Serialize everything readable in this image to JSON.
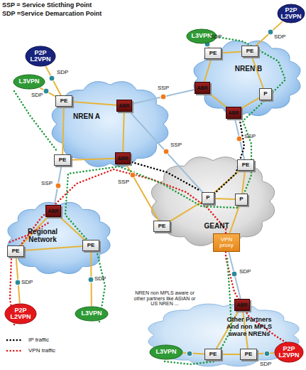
{
  "diagram": {
    "nodes": [
      {
        "text": [
          "P2P L2VPN"
        ]
      },
      {
        "text": [
          "L3VPN"
        ]
      },
      {
        "text": [
          "NREN B"
        ]
      },
      {
        "text": [
          "PE"
        ],
        "in": 2
      },
      {
        "text": [
          "PE"
        ],
        "in": 2
      },
      {
        "text": [
          "ABR"
        ],
        "in": 2
      },
      {
        "text": [
          "P"
        ],
        "in": 2
      },
      {
        "text": [
          "ABR"
        ],
        "in": 2
      },
      {
        "text": [
          "P2P L2VPN"
        ]
      },
      {
        "text": [
          "L3VPN"
        ]
      },
      {
        "text": [
          "NREN A"
        ]
      },
      {
        "text": [
          "PE"
        ],
        "in": 10
      },
      {
        "text": [
          "ABR"
        ],
        "in": 10
      },
      {
        "text": [
          "PE"
        ],
        "in": 10
      },
      {
        "text": [
          "ABR"
        ],
        "in": 10
      },
      {
        "text": [
          "GEANT"
        ]
      },
      {
        "text": [
          "PE"
        ],
        "in": 15
      },
      {
        "text": [
          "P"
        ],
        "in": 15
      },
      {
        "text": [
          "P"
        ],
        "in": 15
      },
      {
        "text": [
          "PE"
        ],
        "in": 15
      },
      {
        "text": [
          "VPN proxy"
        ]
      },
      {
        "text": [
          "Regional Network"
        ]
      },
      {
        "text": [
          "ABR"
        ],
        "in": 21
      },
      {
        "text": [
          "PE"
        ],
        "in": 21
      },
      {
        "text": [
          "PE"
        ],
        "in": 21
      },
      {
        "text": [
          "Other Partners And non MPLS aware NRENs"
        ]
      },
      {
        "text": [
          "ABR"
        ],
        "in": 25
      },
      {
        "text": [
          "PE"
        ],
        "in": 25
      },
      {
        "text": [
          "PE"
        ],
        "in": 25
      },
      {
        "text": [
          "P2P L2VPN"
        ]
      },
      {
        "text": [
          "L3VPN"
        ]
      },
      {
        "text": [
          "L3VPN"
        ]
      },
      {
        "text": [
          "P2P L2VPN"
        ]
      }
    ],
    "edges": [
      {
        "from": 1,
        "to": 3,
        "arrow": "none"
      },
      {
        "from": 0,
        "to": 4,
        "arrow": "none"
      },
      {
        "from": 3,
        "to": 4,
        "arrow": "none"
      },
      {
        "from": 3,
        "to": 5,
        "arrow": "none"
      },
      {
        "from": 4,
        "to": 6,
        "arrow": "none"
      },
      {
        "from": 5,
        "to": 7,
        "arrow": "none"
      },
      {
        "from": 6,
        "to": 7,
        "arrow": "none"
      },
      {
        "from": 8,
        "to": 11,
        "arrow": "none"
      },
      {
        "from": 9,
        "to": 11,
        "arrow": "none"
      },
      {
        "from": 11,
        "to": 12,
        "arrow": "none"
      },
      {
        "from": 11,
        "to": 13,
        "arrow": "none"
      },
      {
        "from": 12,
        "to": 14,
        "arrow": "none"
      },
      {
        "from": 13,
        "to": 14,
        "arrow": "none"
      },
      {
        "from": 12,
        "to": 5,
        "arrow": "none"
      },
      {
        "from": 12,
        "to": 17,
        "arrow": "none"
      },
      {
        "from": 7,
        "to": 16,
        "arrow": "none"
      },
      {
        "from": 14,
        "to": 19,
        "arrow": "none"
      },
      {
        "from": 16,
        "to": 17,
        "arrow": "none"
      },
      {
        "from": 16,
        "to": 18,
        "arrow": "none"
      },
      {
        "from": 17,
        "to": 18,
        "arrow": "none"
      },
      {
        "from": 17,
        "to": 19,
        "arrow": "none"
      },
      {
        "from": 18,
        "to": 20,
        "arrow": "none"
      },
      {
        "from": 13,
        "to": 22,
        "arrow": "none"
      },
      {
        "from": 22,
        "to": 23,
        "arrow": "none"
      },
      {
        "from": 22,
        "to": 24,
        "arrow": "none"
      },
      {
        "from": 23,
        "to": 24,
        "arrow": "none"
      },
      {
        "from": 23,
        "to": 29,
        "arrow": "none"
      },
      {
        "from": 24,
        "to": 30,
        "arrow": "none"
      },
      {
        "from": 20,
        "to": 26,
        "arrow": "none"
      },
      {
        "from": 26,
        "to": 27,
        "arrow": "none"
      },
      {
        "from": 26,
        "to": 28,
        "arrow": "none"
      },
      {
        "from": 27,
        "to": 28,
        "arrow": "none"
      },
      {
        "from": 27,
        "to": 31,
        "arrow": "none"
      },
      {
        "from": 28,
        "to": 32,
        "arrow": "none"
      }
    ],
    "labels": [
      "SSP = Service Sticthing Point",
      "SDP =Service Demarcation Point",
      "SDP",
      "SDP",
      "SDP",
      "SDP",
      "SSP",
      "SSP",
      "SSP",
      "SSP",
      "SSP",
      "SDP",
      "SDP",
      "SDP",
      "SDP",
      "NREN non MPLS aware or other partners like ASIAN or US NREN ..."
    ],
    "legend": [
      {
        "text": "IP traffic"
      },
      {
        "text": "VPN traffic"
      }
    ]
  }
}
